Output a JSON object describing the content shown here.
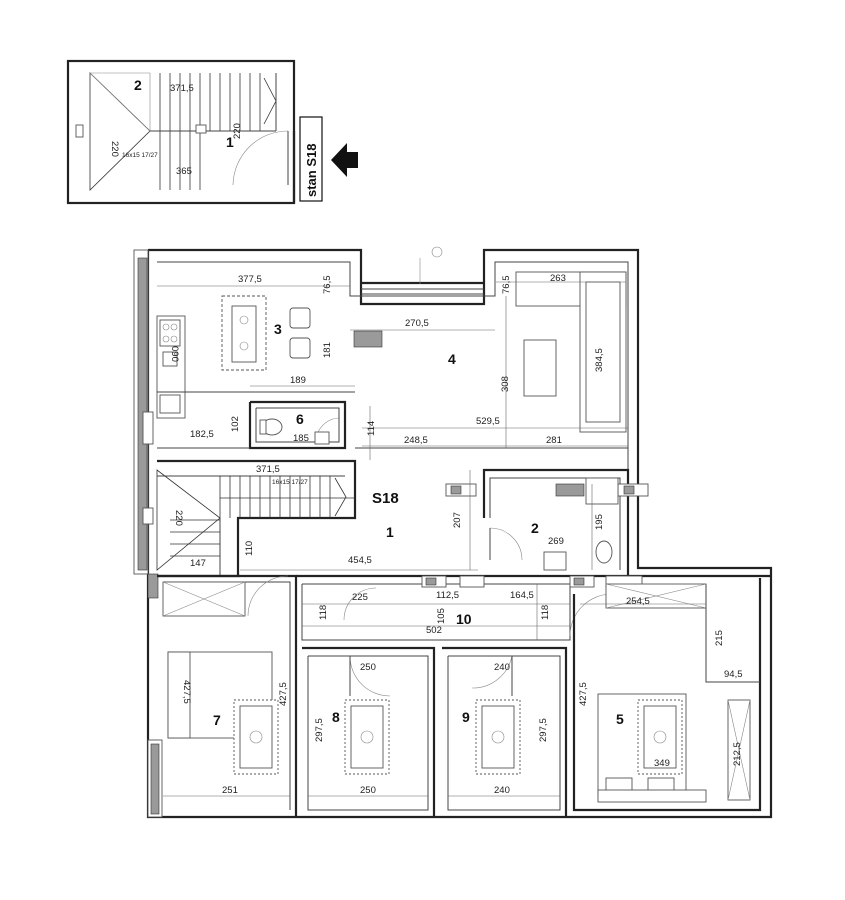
{
  "key_plan": {
    "apartment_label": "stan S18",
    "rooms": [
      {
        "id": "key-room-2",
        "number": "2"
      },
      {
        "id": "key-room-1",
        "number": "1"
      }
    ],
    "dimensions": [
      "371,5",
      "220",
      "220",
      "365"
    ],
    "stair_note": "16x15 17/27"
  },
  "main_plan": {
    "apartment_code": "S18",
    "rooms": [
      "1",
      "2",
      "3",
      "4",
      "5",
      "6",
      "7",
      "8",
      "9",
      "10"
    ],
    "stair_note": "16x15 17/27",
    "dimensions": {
      "top": [
        "377,5",
        "76,5",
        "270,5",
        "76,5",
        "263"
      ],
      "room3": [
        "181",
        "189",
        "090"
      ],
      "room4": [
        "308",
        "384,5",
        "529,5",
        "281",
        "248,5"
      ],
      "room6": [
        "185",
        "102",
        "114"
      ],
      "left": [
        "182,5",
        "371,5",
        "220",
        "110",
        "147"
      ],
      "hall": [
        "454,5",
        "207"
      ],
      "room2": [
        "269",
        "195"
      ],
      "corridor": [
        "225",
        "112,5",
        "164,5",
        "502",
        "105",
        "118",
        "118"
      ],
      "room7": [
        "427,5",
        "427,5",
        "251"
      ],
      "room8": [
        "250",
        "297,5",
        "250"
      ],
      "room9": [
        "240",
        "297,5",
        "240"
      ],
      "room5": [
        "254,5",
        "215",
        "94,5",
        "427,5",
        "212,5",
        "349"
      ]
    }
  }
}
